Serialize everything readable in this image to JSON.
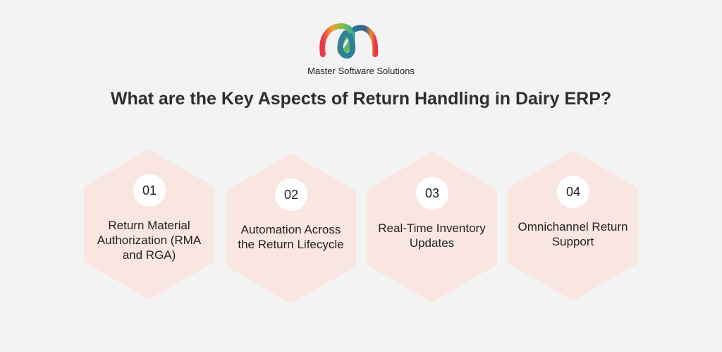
{
  "brand": {
    "name": "Master Software Solutions"
  },
  "title": "What are the Key Aspects of Return Handling in Dairy ERP?",
  "colors": {
    "background": "#f3f3f3",
    "hex_fill": "#f9e6e0",
    "circle": "#ffffff"
  },
  "items": [
    {
      "number": "01",
      "label": "Return Material Authorization (RMA and RGA)"
    },
    {
      "number": "02",
      "label": "Automation Across the Return Lifecycle"
    },
    {
      "number": "03",
      "label": "Real-Time Inventory Updates"
    },
    {
      "number": "04",
      "label": "Omnichannel Return Support"
    }
  ]
}
